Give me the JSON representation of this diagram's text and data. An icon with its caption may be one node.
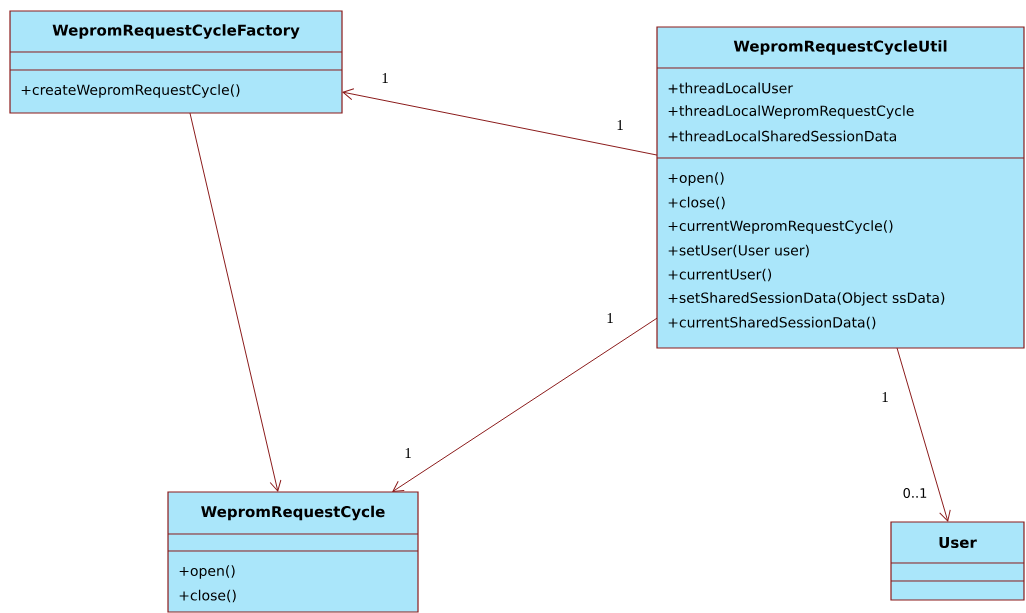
{
  "diagram": {
    "nodes": [
      {
        "text": [
          "WepromRequestCycleFactory",
          "+createWepromRequestCycle()"
        ]
      },
      {
        "text": [
          "WepromRequestCycleUtil",
          "+threadLocalUser",
          "+threadLocalWepromRequestCycle",
          "+threadLocalSharedSessionData",
          "+open()",
          "+close()",
          "+currentWepromRequestCycle()",
          "+setUser(User user)",
          "+currentUser()",
          "+setSharedSessionData(Object ssData)",
          "+currentSharedSessionData()"
        ]
      },
      {
        "text": [
          "WepromRequestCycle",
          "+open()",
          "+close()"
        ]
      },
      {
        "text": [
          "User"
        ]
      }
    ],
    "edges": [
      {
        "from": 1,
        "to": 0,
        "arrow": "to"
      },
      {
        "from": 0,
        "to": 2,
        "arrow": "to"
      },
      {
        "from": 1,
        "to": 2,
        "arrow": "to"
      },
      {
        "from": 1,
        "to": 3,
        "arrow": "to"
      }
    ],
    "labels": [
      "1",
      "1",
      "1",
      "1",
      "1",
      "0..1"
    ]
  }
}
